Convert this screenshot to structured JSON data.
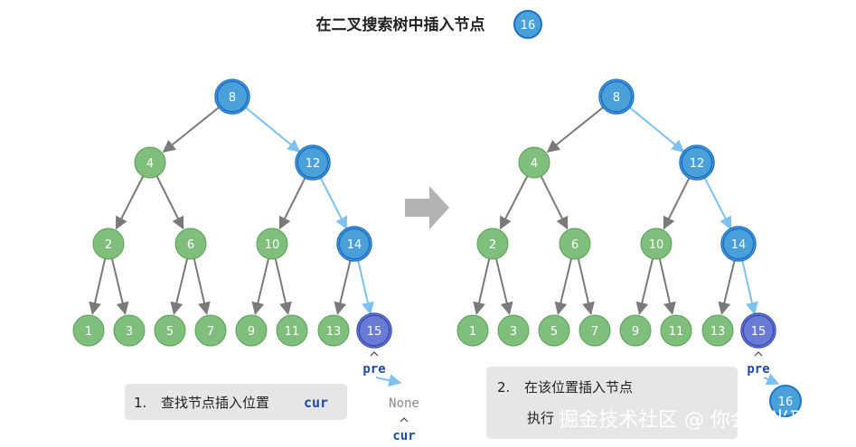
{
  "title": "在二叉搜索树中插入节点",
  "target": "16",
  "step1": {
    "num": "1.",
    "text": "查找节点插入位置",
    "code": "cur"
  },
  "step2": {
    "num": "2.",
    "line1": "在该位置插入节点",
    "line2_start": "执行"
  },
  "pointers": {
    "pre": "pre",
    "cur": "cur",
    "none": "None"
  },
  "watermark": "掘金技术社区 @ 你会发光耶",
  "tree_values": [
    "8",
    "4",
    "12",
    "2",
    "6",
    "10",
    "14",
    "1",
    "3",
    "5",
    "7",
    "9",
    "11",
    "13",
    "15"
  ],
  "new_node_value": "16",
  "colors": {
    "node_fill": "#7fbf7b",
    "node_stroke": "#5a9f56",
    "path_fill": "#4aa0d9",
    "path_stroke": "#1a73c6",
    "pre_fill": "#6a7bd6",
    "edge_gray": "#7a7a7a",
    "edge_blue": "#7ec1ee",
    "caption_bg": "#e6e6e6"
  }
}
